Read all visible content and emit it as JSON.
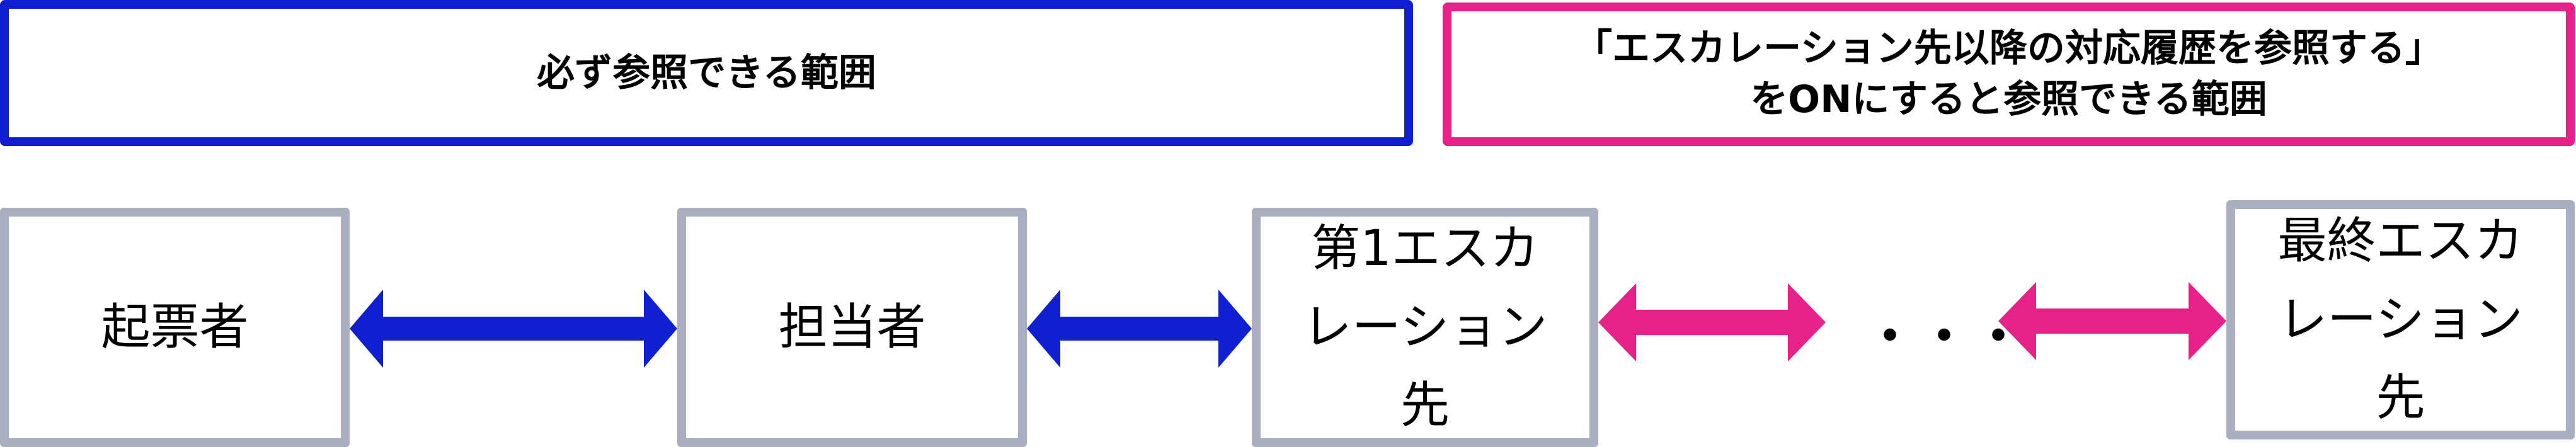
{
  "scopes": {
    "always": {
      "label": "必ず参照できる範囲",
      "color": "#1020d0"
    },
    "optional": {
      "line1": "「エスカレーション先以降の対応履歴を参照する」",
      "line2": "をONにすると参照できる範囲",
      "color": "#e62189"
    }
  },
  "nodes": [
    {
      "label": "起票者"
    },
    {
      "label": "担当者"
    },
    {
      "label": "第1エスカレーション先"
    },
    {
      "label": "最終エスカレーション先"
    }
  ],
  "ellipsis": "・・・",
  "colors": {
    "node_border": "#a9afc0",
    "arrow_always": "#1020d0",
    "arrow_optional": "#e62189"
  }
}
